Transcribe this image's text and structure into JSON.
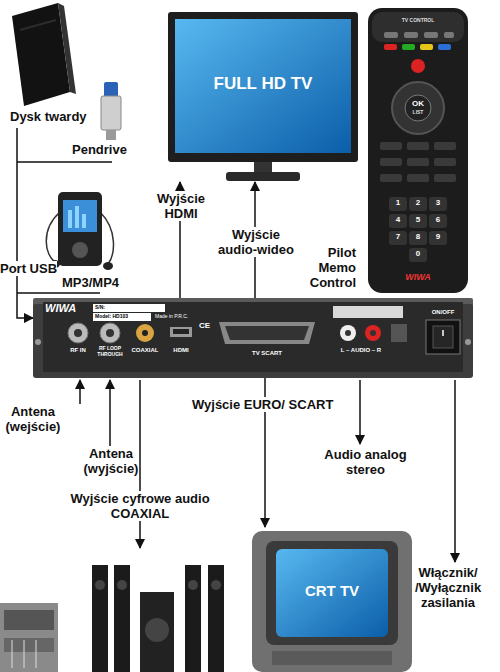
{
  "diagram": {
    "nodes": [
      {
        "text": [
          "FULL HD TV"
        ]
      },
      {
        "text": [
          "TV CONTROL",
          "OK",
          "LIST",
          "1",
          "2",
          "3",
          "4",
          "5",
          "6",
          "7",
          "8",
          "9",
          "0",
          "WIWA"
        ]
      },
      {
        "text": [
          "WIWA",
          "S/N:",
          "Model: HD103",
          "Made in P.R.C.",
          "CE",
          "RF IN",
          "RF LOOP THROUGH",
          "COAXIAL",
          "HDMI",
          "TV SCART",
          "L – AUDIO – R",
          "ON/OFF"
        ]
      },
      {
        "text": [
          "CRT TV"
        ]
      }
    ],
    "edges": [
      {
        "from": 2,
        "to": 0,
        "arrow": "to",
        "label": "Wyjście HDMI"
      },
      {
        "from": 2,
        "to": 0,
        "arrow": "to",
        "label": "Wyjście audio-wideo"
      },
      {
        "from": 2,
        "to": 3,
        "arrow": "to",
        "label": "Wyjście EURO/ SCART"
      }
    ],
    "labels": [
      "Dysk twardy",
      "Pendrive",
      "Port USB",
      "MP3/MP4",
      "Pilot Memo Control",
      "Antena (wejście)",
      "Antena (wyjście)",
      "Wyjście cyfrowe audio COAXIAL",
      "Audio analog stereo",
      "Włącznik/ /Wyłącznik zasilania"
    ]
  }
}
